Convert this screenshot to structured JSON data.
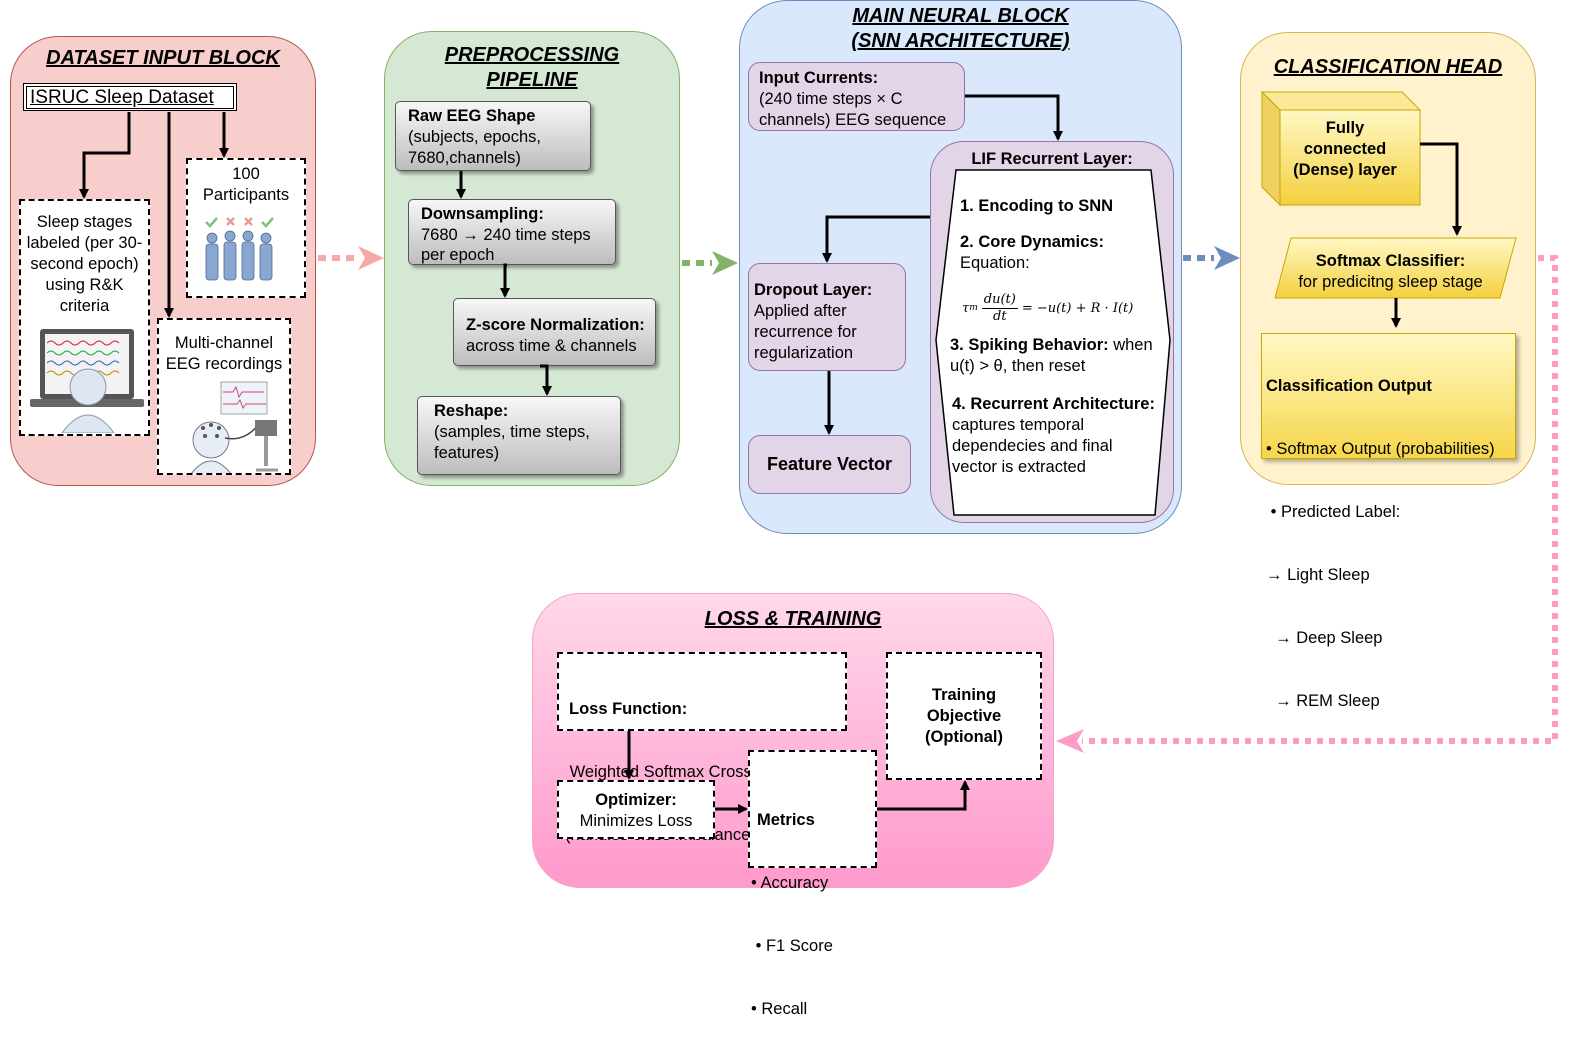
{
  "dataset": {
    "title": "DATASET INPUT BLOCK",
    "source": "ISRUC Sleep Dataset",
    "participants": [
      "100",
      "Participants"
    ],
    "stages": [
      "Sleep stages",
      "labeled (per 30-",
      "second epoch)",
      "using R&K",
      "criteria"
    ],
    "eeg": [
      "Multi-channel",
      "EEG recordings"
    ]
  },
  "preprocessing": {
    "title": [
      "PREPROCESSING",
      "PIPELINE"
    ],
    "raw_title": "Raw EEG Shape",
    "raw_text": [
      "(subjects, epochs,",
      "7680,channels)"
    ],
    "down_title": "Downsampling:",
    "down_text": [
      "7680 → 240 time steps",
      "per epoch"
    ],
    "z_title": "Z-score Normalization:",
    "z_text": "across time & channels",
    "reshape_title": "Reshape:",
    "reshape_text": [
      "(samples, time steps,",
      "features)"
    ]
  },
  "neural": {
    "title": [
      "MAIN NEURAL BLOCK",
      "(SNN ARCHITECTURE)"
    ],
    "input_title": "Input Currents:",
    "input_text": [
      "(240 time steps × C",
      "channels) EEG sequence"
    ],
    "lif_title": "LIF Recurrent Layer:",
    "lif_1": "1. Encoding to SNN",
    "lif_2": "2. Core Dynamics:",
    "lif_2_text": "Equation:",
    "eq_tau": "τ",
    "eq_sub": "m",
    "eq_num": "du(t)",
    "eq_den": "dt",
    "eq_rhs": "= −u(t) + R · I(t)",
    "lif_3": "3. Spiking Behavior:",
    "lif_3_text": " when",
    "lif_3_text2": "u(t) > θ, then reset",
    "lif_4": "4. Recurrent Architecture:",
    "lif_4_text": [
      "captures temporal",
      "dependecies and final",
      "vector is extracted"
    ],
    "dropout_title": "Dropout Layer:",
    "dropout_text": [
      "Applied after",
      "recurrence for",
      "regularization"
    ],
    "feature": "Feature Vector"
  },
  "classification": {
    "title": "CLASSIFICATION HEAD",
    "fc": [
      "Fully",
      "connected",
      "(Dense) layer"
    ],
    "softmax_title": "Softmax Classifier:",
    "softmax_text": "for predicitng sleep stage",
    "out_title": "Classification Output",
    "out_lines": [
      "• Softmax Output (probabilities)",
      " • Predicted Label:",
      "→ Light Sleep",
      "  → Deep Sleep",
      "  → REM Sleep"
    ]
  },
  "loss": {
    "title": "LOSS & TRAINING",
    "loss_title": "Loss Function:",
    "loss_text": [
      " Weighted Softmax Cross Entropy",
      "(handles class imbalance)"
    ],
    "opt_title": "Optimizer:",
    "opt_text": "Minimizes Loss",
    "metrics_title": "Metrics",
    "metrics": [
      "• Accuracy",
      " • F1 Score",
      "• Recall"
    ],
    "objective": [
      "Training",
      "Objective",
      "(Optional)"
    ]
  },
  "colors": {
    "dataset_bg": "#f8cecc",
    "dataset_border": "#b85450",
    "pre_bg": "#d5e8d4",
    "pre_border": "#82b366",
    "neural_bg": "#dae8fc",
    "neural_border": "#6c8ebf",
    "class_bg": "#fff2cc",
    "class_border": "#d6b656",
    "loss_bg": "#ffc0e0",
    "pink_arrow": "#ff9cc6",
    "red_arrow": "#f7a8a8",
    "green_arrow": "#82b366",
    "blue_arrow": "#6c8ebf"
  }
}
